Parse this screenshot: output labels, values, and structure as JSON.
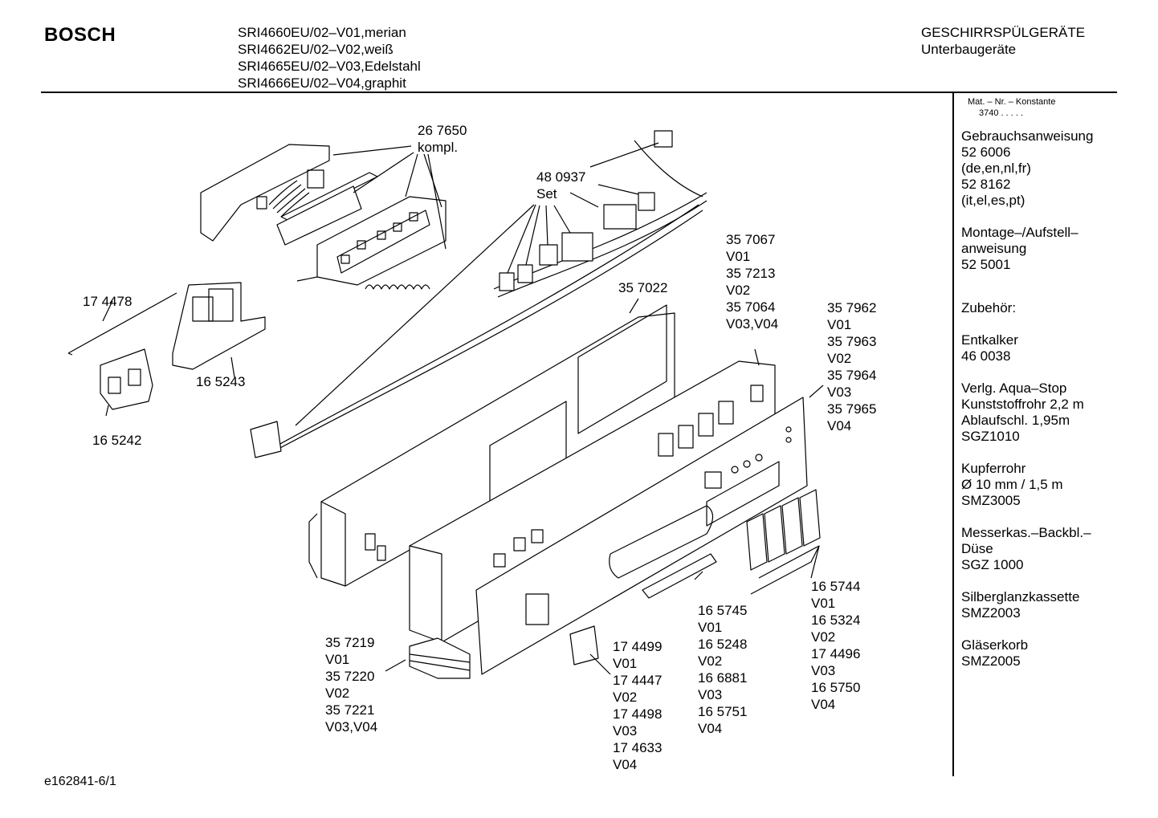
{
  "header": {
    "brand": "BOSCH",
    "models": [
      "SRI4660EU/02–V01,merian",
      "SRI4662EU/02–V02,weiß",
      "SRI4665EU/02–V03,Edelstahl",
      "SRI4666EU/02–V04,graphit"
    ],
    "category_title": "GESCHIRRSPÜLGERÄTE",
    "category_subtitle": "Unterbaugeräte"
  },
  "sidebar": {
    "mat_header": "Mat. – Nr. – Konstante",
    "mat_value": "3740  .  .  .  .  .",
    "groups": [
      [
        "Gebrauchsanweisung",
        "52 6006",
        "(de,en,nl,fr)",
        "52 8162",
        "(it,el,es,pt)"
      ],
      [
        "Montage–/Aufstell–",
        "anweisung",
        "52 5001"
      ],
      [
        "Zubehör:"
      ],
      [
        "Entkalker",
        "46 0038"
      ],
      [
        "Verlg. Aqua–Stop",
        "Kunststoffrohr 2,2 m",
        "Ablaufschl. 1,95m",
        "SGZ1010"
      ],
      [
        "Kupferrohr",
        "Ø 10 mm / 1,5 m",
        "SMZ3005"
      ],
      [
        "Messerkas.–Backbl.–",
        "Düse",
        "SGZ 1000"
      ],
      [
        "Silberglanzkassette",
        "SMZ2003"
      ],
      [
        "Gläserkorb",
        "SMZ2005"
      ]
    ]
  },
  "labels": {
    "l267650": "26 7650\nkompl.",
    "l480937": "48 0937\nSet",
    "l174478": "17 4478",
    "l165243": "16 5243",
    "l165242": "16 5242",
    "l357022": "35 7022",
    "l357067": "35 7067\nV01\n35 7213\nV02\n35 7064\nV03,V04",
    "l357962": "35 7962\nV01\n35 7963\nV02\n35 7964\nV03\n35 7965\nV04",
    "l357219": "35 7219\nV01\n35 7220\nV02\n35 7221\nV03,V04",
    "l174499": "17 4499\nV01\n17 4447\nV02\n17 4498\nV03\n17 4633\nV04",
    "l165745": "16 5745\nV01\n16 5248\nV02\n16 6881\nV03\n16 5751\nV04",
    "l165744": "16 5744\nV01\n16 5324\nV02\n17 4496\nV03\n16 5750\nV04"
  },
  "footer": {
    "code": "e162841-6/1"
  }
}
